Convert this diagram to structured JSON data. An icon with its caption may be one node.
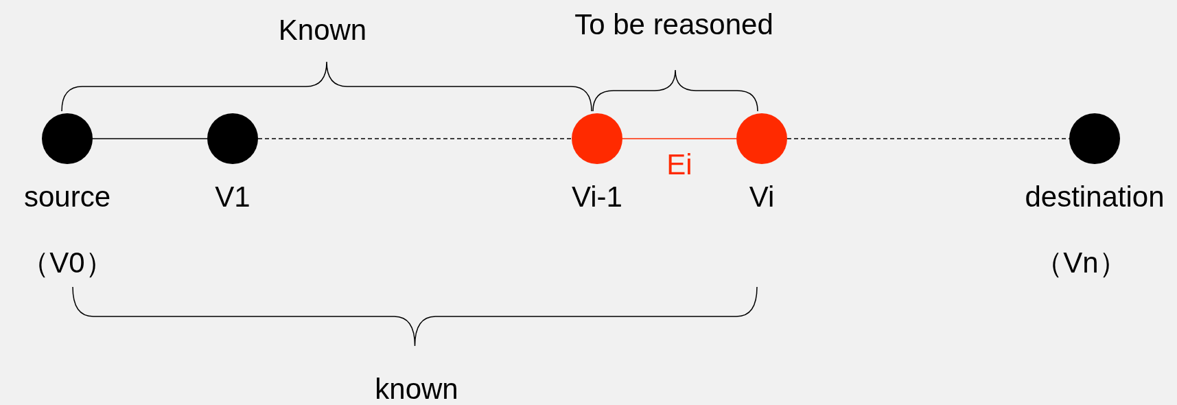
{
  "diagram": {
    "nodes": [
      {
        "text": [],
        "shape": "circle",
        "beside": [
          "source",
          "（V0）"
        ]
      },
      {
        "text": [],
        "shape": "circle",
        "beside": [
          "V1"
        ]
      },
      {
        "text": [],
        "shape": "circle",
        "beside": [
          "Vi-1"
        ]
      },
      {
        "text": [],
        "shape": "circle",
        "beside": [
          "Vi"
        ]
      },
      {
        "text": [],
        "shape": "circle",
        "beside": [
          "destination",
          "（Vn）"
        ]
      }
    ],
    "edges": [
      {
        "from": 0,
        "to": 1,
        "arrow": "none"
      },
      {
        "from": 1,
        "to": 2,
        "arrow": "none",
        "style": "dashed"
      },
      {
        "from": 2,
        "to": 3,
        "arrow": "none",
        "label": "Ei",
        "color": "#ff2a00"
      },
      {
        "from": 3,
        "to": 4,
        "arrow": "none",
        "style": "dashed"
      }
    ],
    "labels": [
      "Known",
      "To be reasoned",
      "known"
    ]
  }
}
